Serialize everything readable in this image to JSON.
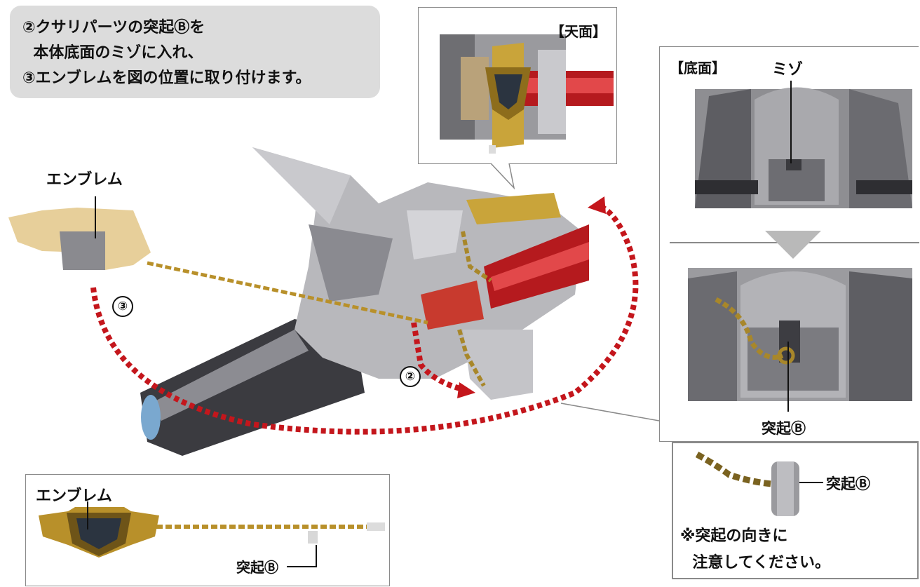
{
  "instructions": {
    "line1": "②クサリパーツの突起Ⓑを",
    "line2": "  本体底面のミゾに入れ、",
    "line3": "③エンブレムを図の位置に取り付けます。"
  },
  "main_figure": {
    "emblem_label": "エンブレム",
    "step3_marker": "③",
    "step2_marker": "②"
  },
  "top_view_panel": {
    "title": "【天面】"
  },
  "bottom_view_panel": {
    "title": "【底面】",
    "groove_label": "ミゾ",
    "protrusion_label": "突起Ⓑ"
  },
  "note_panel": {
    "protrusion_label": "突起Ⓑ",
    "note_line1": "※突起の向きに",
    "note_line2": "  注意してください。"
  },
  "parts_panel": {
    "emblem_label": "エンブレム",
    "protrusion_label": "突起Ⓑ"
  },
  "colors": {
    "arrow_red": "#c4161c",
    "gold": "#c9a43a",
    "silver": "#b8b8bc",
    "panel_gray": "#dcdcdc"
  }
}
